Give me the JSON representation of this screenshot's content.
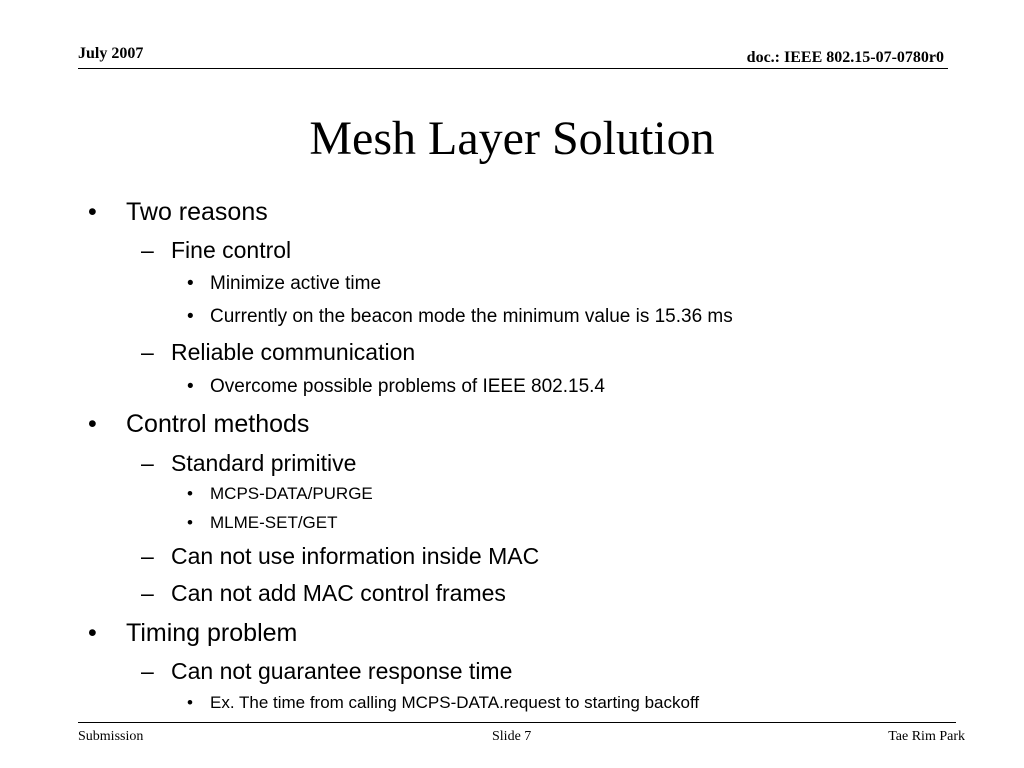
{
  "header": {
    "date": "July 2007",
    "doc_id": "doc.: IEEE 802.15-07-0780r0"
  },
  "slide": {
    "title": "Mesh Layer Solution",
    "markers": {
      "level1": "•",
      "level2": "–",
      "level3": "•"
    },
    "bullets": [
      {
        "text": "Two reasons",
        "children": [
          {
            "text": "Fine control",
            "children": [
              {
                "text": "Minimize active time"
              },
              {
                "text": "Currently on the beacon mode the minimum value is 15.36 ms"
              }
            ]
          },
          {
            "text": "Reliable communication",
            "children": [
              {
                "text": "Overcome possible problems of IEEE 802.15.4"
              }
            ]
          }
        ]
      },
      {
        "text": "Control methods",
        "children": [
          {
            "text": "Standard primitive",
            "children": [
              {
                "text": "MCPS-DATA/PURGE"
              },
              {
                "text": "MLME-SET/GET"
              }
            ]
          },
          {
            "text": "Can not use information inside MAC"
          },
          {
            "text": "Can not add MAC control frames"
          }
        ]
      },
      {
        "text": "Timing problem",
        "children": [
          {
            "text": "Can not guarantee response time",
            "children": [
              {
                "text": "Ex. The time from calling MCPS-DATA.request to starting backoff"
              }
            ]
          }
        ]
      }
    ]
  },
  "footer": {
    "left": "Submission",
    "center": "Slide 7",
    "right": "Tae Rim Park"
  }
}
